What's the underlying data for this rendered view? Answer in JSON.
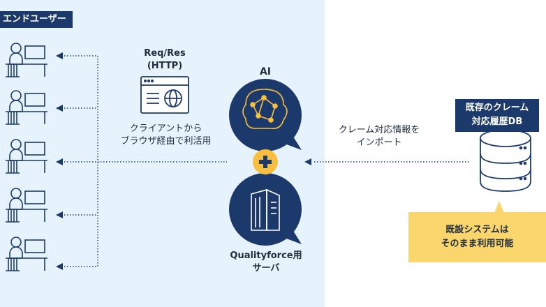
{
  "colors": {
    "navy": "#1b3a6b",
    "panel": "#e7f3fc",
    "gold": "#f7bf3d",
    "note": "#fbd66d"
  },
  "tags": {
    "end_user": "エンドユーザー",
    "db": [
      "既存のクレーム",
      "対応履歴DB"
    ]
  },
  "labels": {
    "protocol": [
      "Req/Res",
      "(HTTP)"
    ],
    "browser": [
      "クライアントから",
      "ブラウザ経由で利活用"
    ],
    "import": [
      "クレーム対応情報を",
      "インポート"
    ],
    "ai": "AI",
    "server": [
      "Qualityforce用",
      "サーバ"
    ],
    "existing_system": [
      "既設システムは",
      "そのまま利用可能"
    ]
  },
  "icons": [
    "user-at-desk-icon",
    "browser-window-icon",
    "globe-icon",
    "brain-network-icon",
    "server-building-icon",
    "database-icon",
    "plus-icon",
    "arrow-left-icon"
  ]
}
